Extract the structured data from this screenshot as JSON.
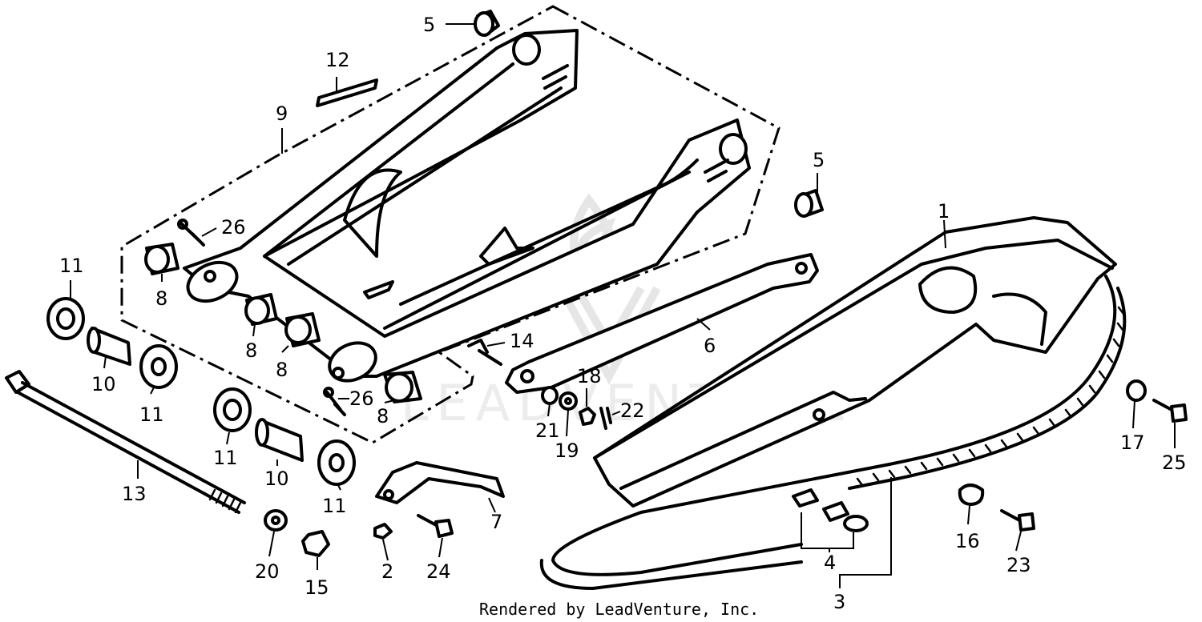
{
  "diagram": {
    "watermark_text": "LEADVENTURE",
    "credit": "Rendered by LeadVenture, Inc.",
    "callouts": {
      "c1": "1",
      "c2": "2",
      "c3": "3",
      "c4": "4",
      "c5a": "5",
      "c5b": "5",
      "c6": "6",
      "c7": "7",
      "c8a": "8",
      "c8b": "8",
      "c8c": "8",
      "c8d": "8",
      "c9": "9",
      "c10a": "10",
      "c10b": "10",
      "c11a": "11",
      "c11b": "11",
      "c11c": "11",
      "c11d": "11",
      "c12": "12",
      "c13": "13",
      "c14": "14",
      "c15": "15",
      "c16": "16",
      "c17": "17",
      "c18": "18",
      "c19": "19",
      "c20": "20",
      "c21": "21",
      "c22": "22",
      "c23": "23",
      "c24": "24",
      "c25": "25",
      "c26a": "26",
      "c26b": "26"
    }
  }
}
